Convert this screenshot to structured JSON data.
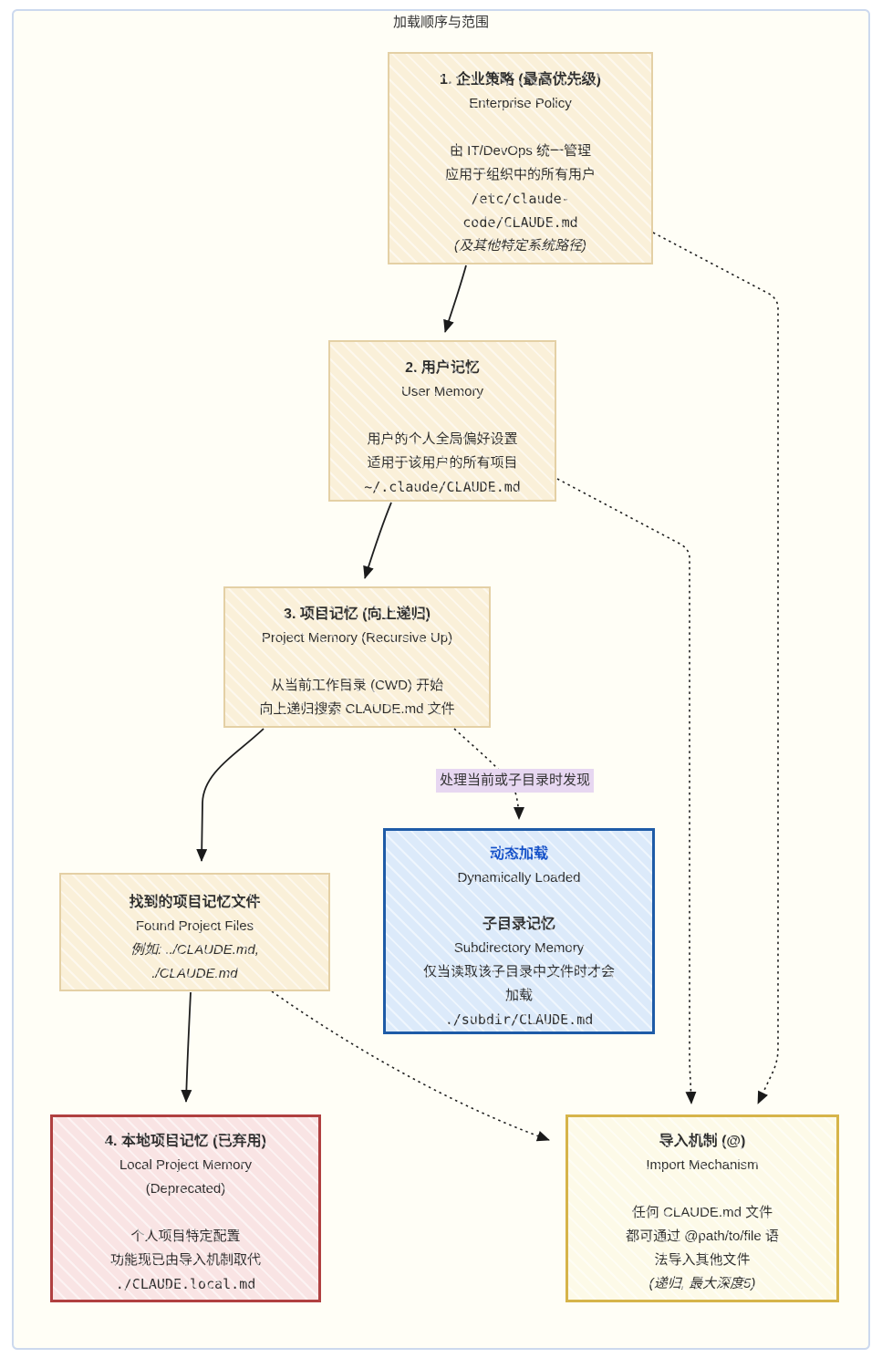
{
  "title": "加载顺序与范围",
  "nodes": {
    "enterprise": {
      "title": "1. 企业策略 (最高优先级)",
      "subtitle": "Enterprise Policy",
      "line1": "由 IT/DevOps 统一管理",
      "line2": "应用于组织中的所有用户",
      "code1": "/etc/claude-",
      "code2": "code/CLAUDE.md",
      "note": "(及其他特定系统路径)"
    },
    "user": {
      "title": "2. 用户记忆",
      "subtitle": "User Memory",
      "line1": "用户的个人全局偏好设置",
      "line2": "适用于该用户的所有项目",
      "code1": "~/.claude/CLAUDE.md"
    },
    "project": {
      "title": "3. 项目记忆 (向上递归)",
      "subtitle": "Project Memory (Recursive Up)",
      "line1": "从当前工作目录 (CWD) 开始",
      "line2": "向上递归搜索 CLAUDE.md 文件"
    },
    "edge_label": "处理当前或子目录时发现",
    "dynamic": {
      "title": "动态加载",
      "subtitle": "Dynamically Loaded",
      "heading2": "子目录记忆",
      "subtitle2": "Subdirectory Memory",
      "line1": "仅当读取该子目录中文件时才会",
      "line2": "加载",
      "code1": "./subdir/CLAUDE.md"
    },
    "found": {
      "title": "找到的项目记忆文件",
      "subtitle": "Found Project Files",
      "note1": "例如: ../CLAUDE.md,",
      "note2": "./CLAUDE.md"
    },
    "local": {
      "title": "4. 本地项目记忆 (已弃用)",
      "subtitle": "Local Project Memory",
      "subtitle2": "(Deprecated)",
      "line1": "个人项目特定配置",
      "line2": "功能现已由导入机制取代",
      "code1": "./CLAUDE.local.md"
    },
    "import": {
      "title": "导入机制 (@)",
      "subtitle": "Import Mechanism",
      "line1": "任何 CLAUDE.md 文件",
      "line2": "都可通过 @path/to/file 语",
      "line3": "法导入其他文件",
      "note": "(递归, 最大深度5)"
    }
  },
  "colors": {
    "frame_border": "#ccd9ee",
    "canvas_bg": "#fffef6",
    "cream_bg": "#faf0d9",
    "cream_border": "#e4d0a5",
    "blue_bg": "#dceafa",
    "blue_border": "#1e5ba7",
    "blue_title": "#1450c8",
    "red_bg": "#f9e4e4",
    "red_border": "#b04040",
    "gold_bg": "#fdfae8",
    "gold_border": "#d6b44a",
    "label_bg": "#e7d7f1",
    "edge_color": "#1f1f1f"
  }
}
